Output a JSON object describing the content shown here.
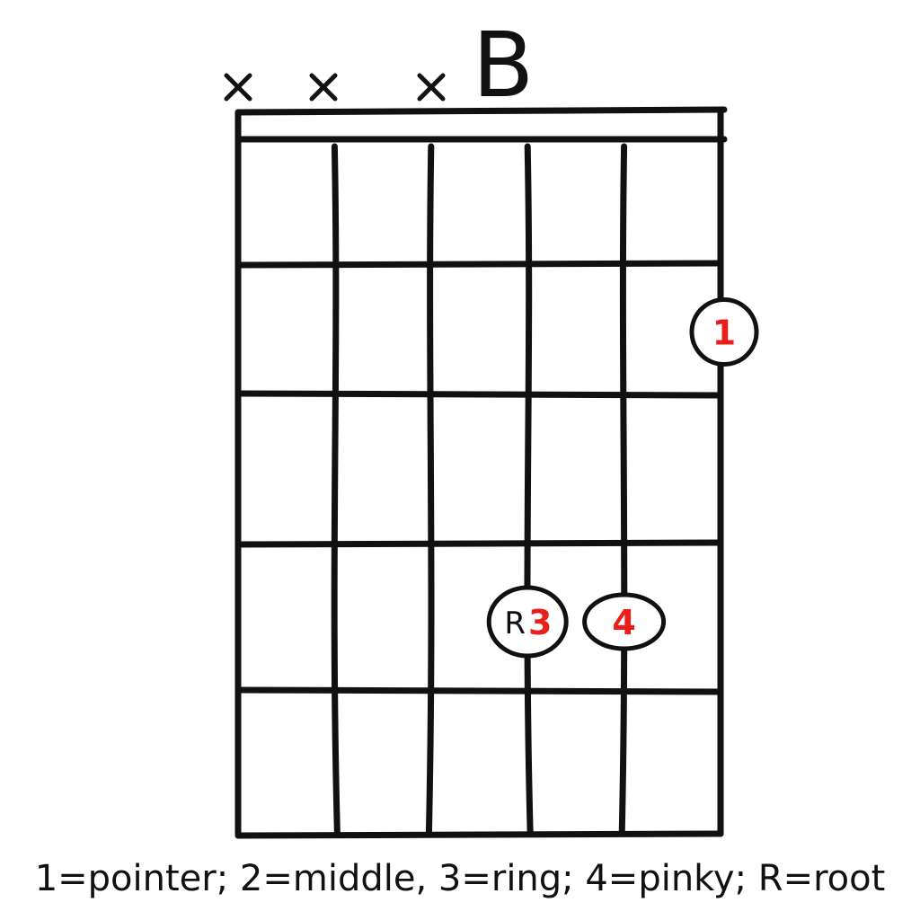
{
  "chord": {
    "name": "B",
    "strings": 6,
    "frets": 5,
    "muted_strings": [
      1,
      2,
      3
    ],
    "fingers": [
      {
        "string": 6,
        "fret": 2,
        "label": "1",
        "root": false
      },
      {
        "string": 4,
        "fret": 4,
        "label": "3",
        "root": true,
        "root_label": "R"
      },
      {
        "string": 5,
        "fret": 4,
        "label": "4",
        "root": false
      }
    ]
  },
  "legend": {
    "text": "1=pointer; 2=middle, 3=ring; 4=pinky; R=root"
  },
  "colors": {
    "line": "#111111",
    "finger_number": "#e8201c",
    "background": "#ffffff"
  }
}
